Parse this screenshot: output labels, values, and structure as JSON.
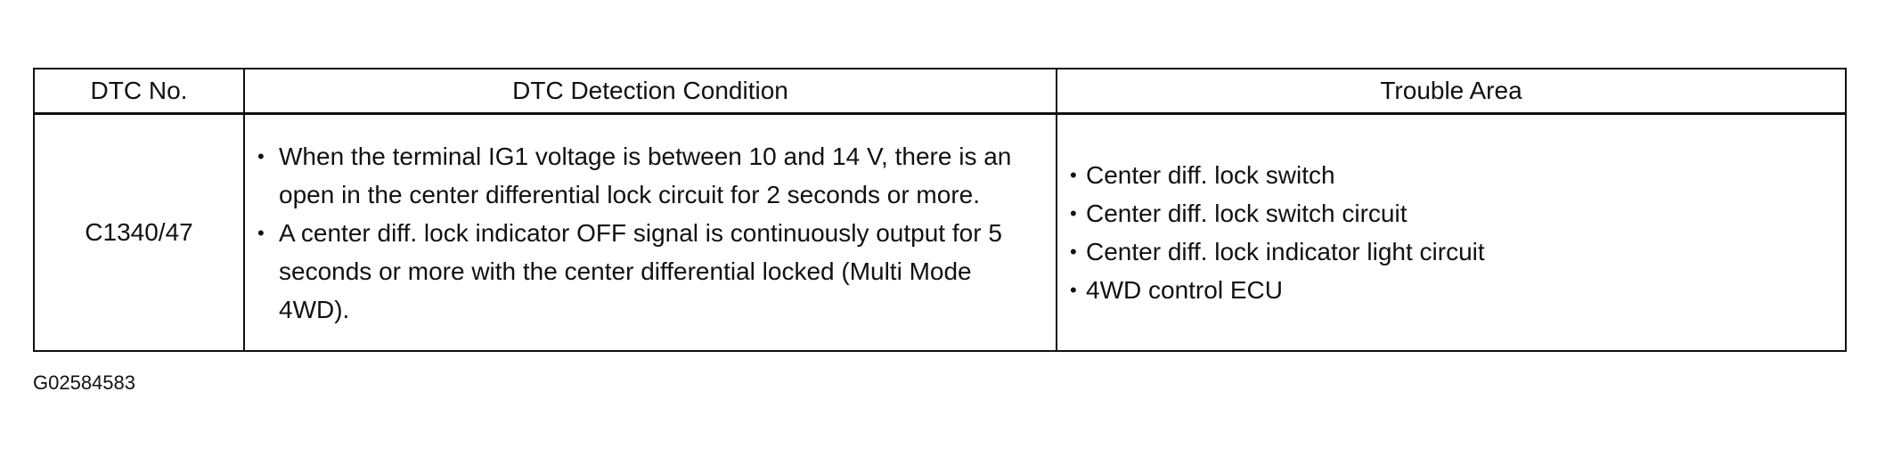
{
  "table": {
    "headers": {
      "dtc_no": "DTC No.",
      "condition": "DTC Detection Condition",
      "trouble_area": "Trouble Area"
    },
    "rows": [
      {
        "dtc_no": "C1340/47",
        "conditions": [
          "When the terminal IG1 voltage is between 10 and 14 V, there is an open in the center differential lock circuit for 2 seconds or more.",
          "A center diff. lock indicator OFF signal is continuously output for 5 seconds or more with the center differential locked (Multi Mode 4WD)."
        ],
        "trouble_areas": [
          "Center diff. lock switch",
          "Center diff. lock switch circuit",
          "Center diff. lock indicator light circuit",
          "4WD control ECU"
        ]
      }
    ]
  },
  "bullet_glyph": "•",
  "footer": {
    "code": "G02584583"
  }
}
